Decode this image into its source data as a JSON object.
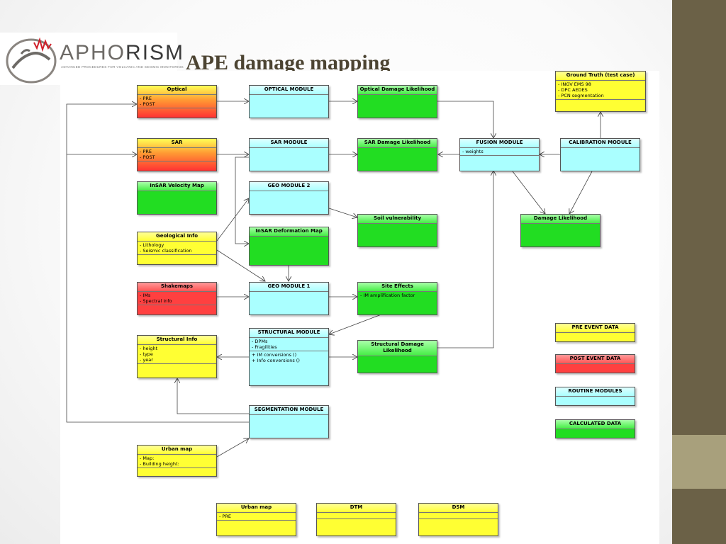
{
  "slide": {
    "title": "APE  damage mapping",
    "logo_text_a": "APHO",
    "logo_text_b": "RISM",
    "logo_subtitle": "ADVANCED PROCEDURES FOR VOLCANIC AND SEISMIC MONITORING"
  },
  "colors": {
    "pre_event": "#ffff33",
    "post_event": "#ff4040",
    "routine": "#aaffff",
    "calculated": "#22dd22",
    "sidebar": "#6b6147",
    "sidebar_accent": "#a8a07c",
    "title": "#4c4432"
  },
  "nodes": {
    "optical": {
      "title": "Optical",
      "attrs": [
        "- PRE",
        "- POST"
      ]
    },
    "sar": {
      "title": "SAR",
      "attrs": [
        "- PRE",
        "- POST"
      ]
    },
    "insar_velocity": {
      "title": "InSAR Velocity Map"
    },
    "geological_info": {
      "title": "Geological Info",
      "attrs": [
        "- Lithology",
        "- Seismic classification"
      ]
    },
    "shakemaps": {
      "title": "Shakemaps",
      "attrs": [
        "- IMs",
        "- Spectral info"
      ]
    },
    "structural_info": {
      "title": "Structural Info",
      "attrs": [
        "- height",
        "- type",
        "- year"
      ]
    },
    "urban_map": {
      "title": "Urban map",
      "attrs": [
        "- Map:",
        "- Building height:"
      ]
    },
    "optical_module": {
      "title": "OPTICAL MODULE"
    },
    "sar_module": {
      "title": "SAR MODULE"
    },
    "geo_module_2": {
      "title": "GEO MODULE 2"
    },
    "insar_deformation": {
      "title": "InSAR Deformation Map"
    },
    "geo_module_1": {
      "title": "GEO MODULE 1"
    },
    "structural_module": {
      "title": "STRUCTURAL MODULE",
      "attrs": [
        "- DPMs",
        "- Fragilities"
      ],
      "ops": [
        "+ IM conversions ()",
        "+ Info conversions ()"
      ]
    },
    "segmentation_module": {
      "title": "SEGMENTATION MODULE"
    },
    "optical_damage": {
      "title": "Optical Damage Likelihood"
    },
    "sar_damage": {
      "title": "SAR Damage Likelihood"
    },
    "soil_vulnerability": {
      "title": "Soil vulnerability"
    },
    "site_effects": {
      "title": "Site Effects",
      "attrs": [
        "- IM amplification factor"
      ]
    },
    "structural_damage": {
      "title_l1": "Structural Damage",
      "title_l2": "Likelihood"
    },
    "fusion_module": {
      "title": "FUSION MODULE",
      "attrs": [
        "- weights"
      ]
    },
    "calibration_module": {
      "title": "CALIBRATION MODULE"
    },
    "ground_truth": {
      "title": "Ground Truth (test case)",
      "attrs": [
        "- INGV EMS 98",
        "- DPC AEDES",
        "- PCN segmentation"
      ]
    },
    "damage_likelihood": {
      "title": "Damage Likelihood"
    },
    "bottom_urban_map": {
      "title": "Urban map",
      "attrs": [
        "- PRE"
      ]
    },
    "dtm": {
      "title": "DTM"
    },
    "dsm": {
      "title": "DSM"
    }
  },
  "legend": {
    "pre_event": "PRE EVENT DATA",
    "post_event": "POST EVENT DATA",
    "routine": "ROUTINE MODULES",
    "calculated": "CALCULATED DATA"
  }
}
